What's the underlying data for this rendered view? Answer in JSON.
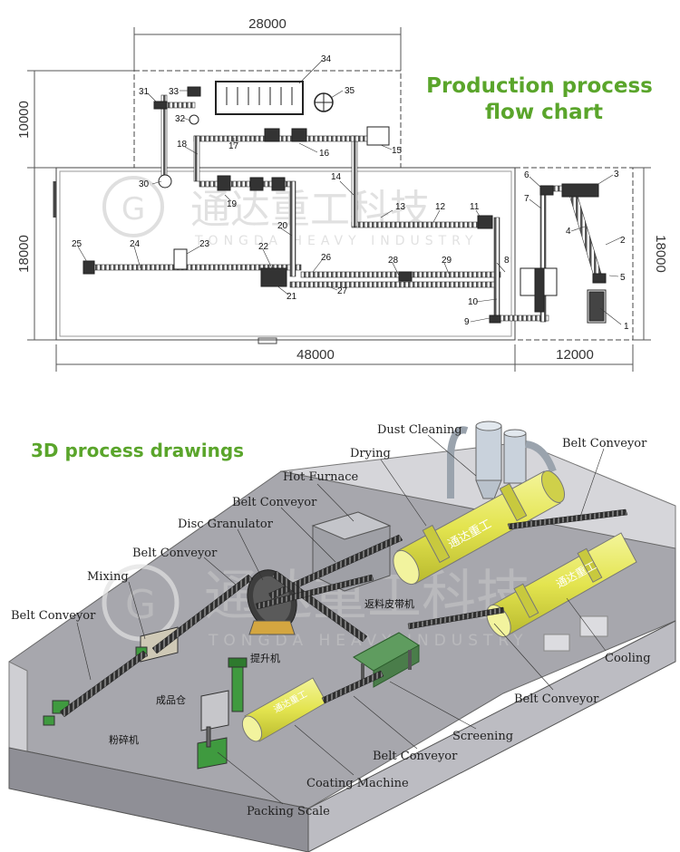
{
  "plan": {
    "title_line1": "Production process",
    "title_line2": "flow chart",
    "dimensions": {
      "top": "28000",
      "left_upper": "10000",
      "left_lower": "18000",
      "right": "18000",
      "bottom_main": "48000",
      "bottom_right": "12000"
    },
    "numbers": [
      "1",
      "2",
      "3",
      "4",
      "5",
      "6",
      "7",
      "8",
      "9",
      "10",
      "11",
      "12",
      "13",
      "14",
      "15",
      "16",
      "17",
      "18",
      "19",
      "20",
      "21",
      "22",
      "23",
      "24",
      "25",
      "26",
      "27",
      "28",
      "29",
      "30",
      "31",
      "32",
      "33",
      "34",
      "35"
    ],
    "watermark_cn": "通达重工科技",
    "watermark_en": "TONGDA HEAVY INDUSTRY"
  },
  "drawing": {
    "title": "3D process drawings",
    "labels": {
      "dust_cleaning": "Dust Cleaning",
      "drying": "Drying",
      "belt_conveyor_top_right": "Belt Conveyor",
      "hot_furnace": "Hot Furnace",
      "belt_conveyor_upper": "Belt Conveyor",
      "disc_granulator": "Disc Granulator",
      "belt_conveyor_mid": "Belt Conveyor",
      "mixing": "Mixing",
      "belt_conveyor_left": "Belt Conveyor",
      "cooling": "Cooling",
      "belt_conveyor_right": "Belt Conveyor",
      "screening": "Screening",
      "belt_conveyor_lower": "Belt Conveyor",
      "coating_machine": "Coating Machine",
      "packing_scale": "Packing Scale"
    },
    "cn_labels": {
      "return_belt": "返料皮带机",
      "elevator": "提升机",
      "product_bin": "成品仓",
      "crusher": "粉碎机"
    },
    "drum_brand": "通达重工",
    "watermark_cn": "通达重工科技",
    "watermark_en": "TONGDA HEAVY INDUSTRY"
  },
  "colors": {
    "title_green": "#5aa52b",
    "drum_yellow": "#e7e85a",
    "floor_gray": "#a7a7ad",
    "equipment_green": "#3f9a3f"
  }
}
